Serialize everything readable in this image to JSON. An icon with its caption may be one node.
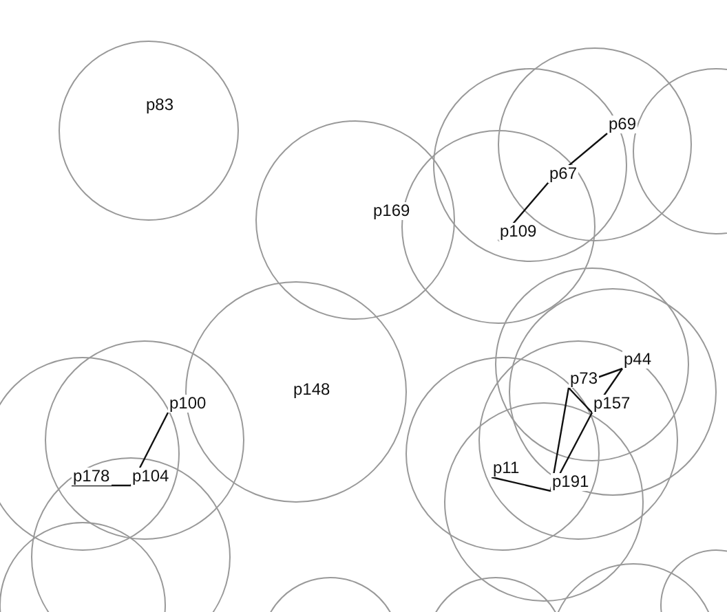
{
  "diagram": {
    "nodes": [
      {
        "text": [
          "p83"
        ]
      },
      {
        "text": [
          "p69"
        ]
      },
      {
        "text": [
          "p67"
        ]
      },
      {
        "text": [
          "p169"
        ]
      },
      {
        "text": [
          "p109"
        ]
      },
      {
        "text": [
          "p148"
        ]
      },
      {
        "text": [
          "p100"
        ]
      },
      {
        "text": [
          "p73"
        ]
      },
      {
        "text": [
          "p44"
        ]
      },
      {
        "text": [
          "p157"
        ]
      },
      {
        "text": [
          "p178"
        ]
      },
      {
        "text": [
          "p104"
        ]
      },
      {
        "text": [
          "p11"
        ]
      },
      {
        "text": [
          "p191"
        ]
      }
    ],
    "edges": [
      {
        "from": 1,
        "to": 2,
        "arrow": "none"
      },
      {
        "from": 2,
        "to": 4,
        "arrow": "none"
      },
      {
        "from": 6,
        "to": 11,
        "arrow": "none"
      },
      {
        "from": 10,
        "to": 11,
        "arrow": "none"
      },
      {
        "from": 7,
        "to": 8,
        "arrow": "none"
      },
      {
        "from": 7,
        "to": 9,
        "arrow": "none"
      },
      {
        "from": 8,
        "to": 9,
        "arrow": "none"
      },
      {
        "from": 7,
        "to": 13,
        "arrow": "none"
      },
      {
        "from": 9,
        "to": 13,
        "arrow": "none"
      },
      {
        "from": 12,
        "to": 13,
        "arrow": "none"
      }
    ]
  }
}
